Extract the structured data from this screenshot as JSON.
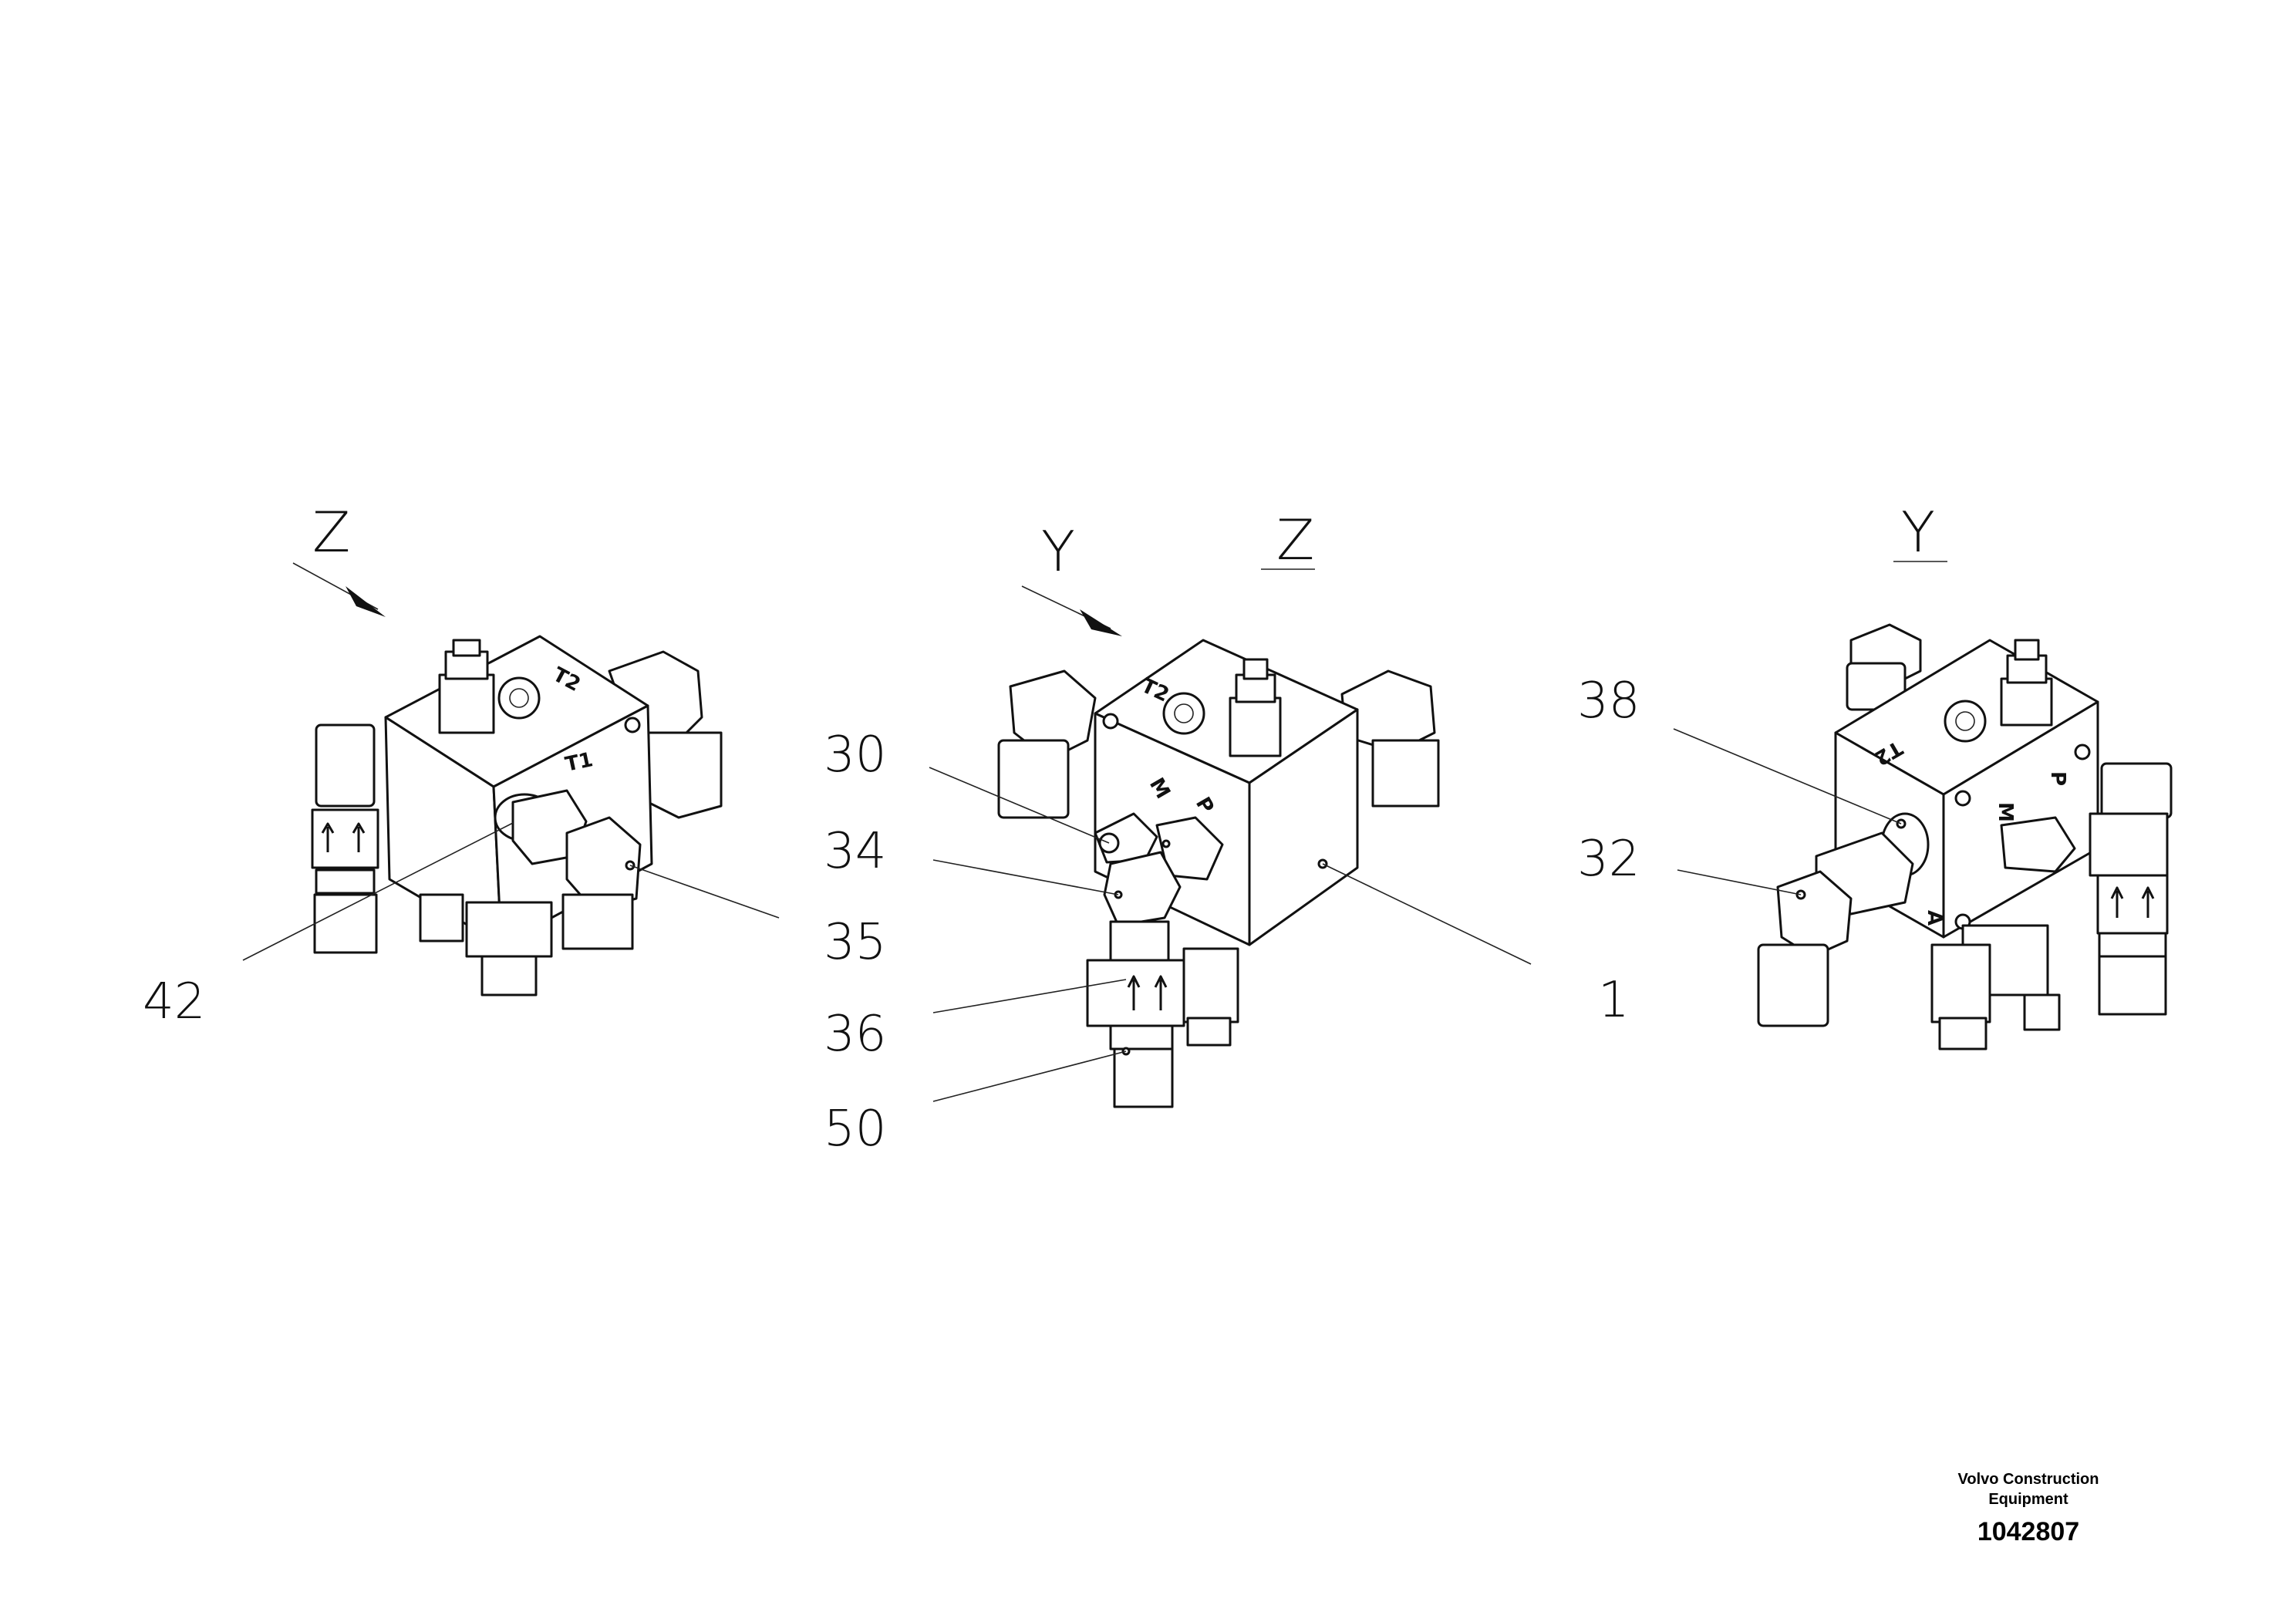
{
  "views": {
    "left": {
      "arrow_label": "Z"
    },
    "middle": {
      "arrow_label": "Y",
      "section_label": "Z"
    },
    "right": {
      "section_label": "Y"
    }
  },
  "ports": {
    "t1": "T1",
    "t2": "T2",
    "m": "M",
    "p": "P",
    "a": "A"
  },
  "callouts": {
    "c42": "42",
    "c35": "35",
    "c30": "30",
    "c34": "34",
    "c36": "36",
    "c50": "50",
    "c1": "1",
    "c38": "38",
    "c32": "32"
  },
  "title_block": {
    "company_line1": "Volvo Construction",
    "company_line2": "Equipment",
    "doc_number": "1042807"
  }
}
